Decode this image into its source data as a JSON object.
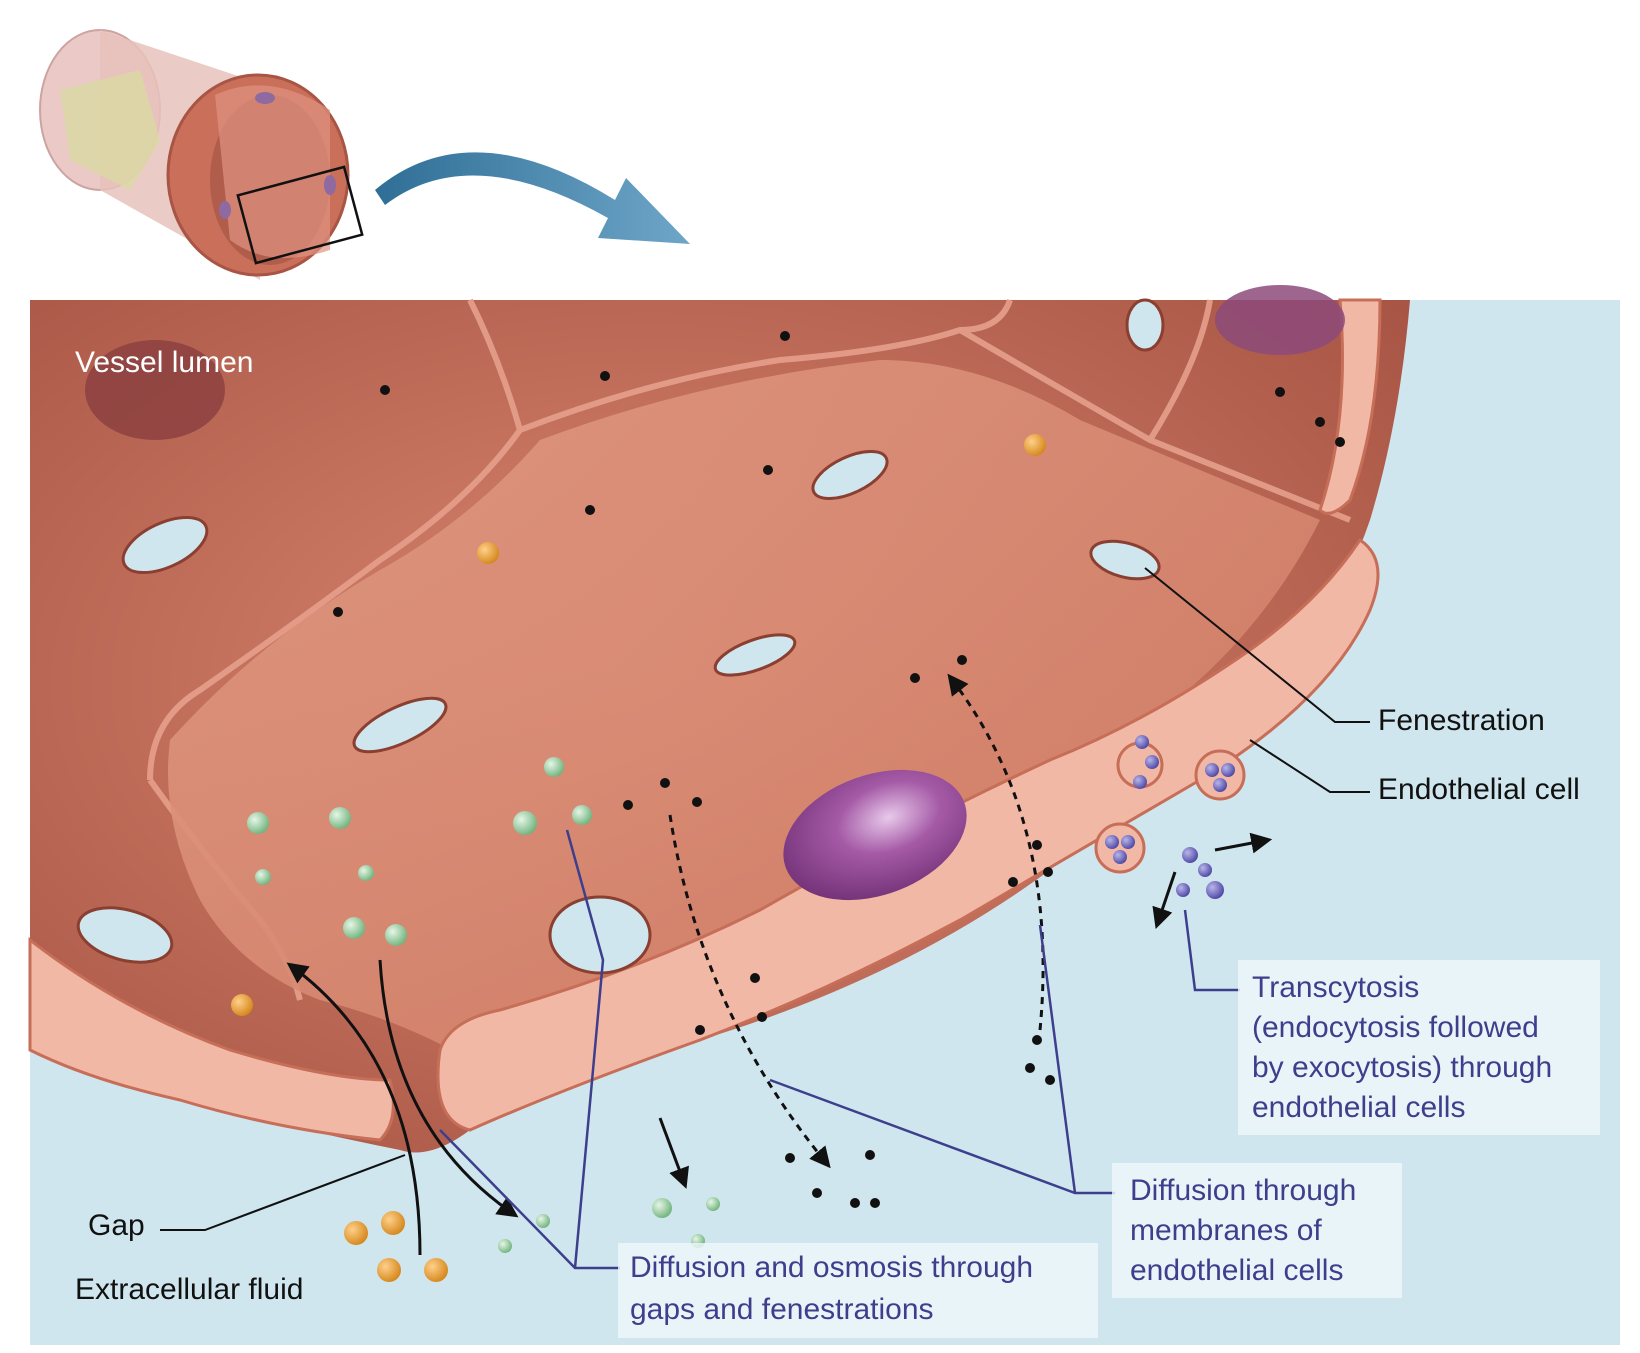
{
  "labels": {
    "vessel_lumen": "Vessel lumen",
    "fenestration": "Fenestration",
    "endothelial_cell": "Endothelial cell",
    "gap": "Gap",
    "extracellular_fluid": "Extracellular fluid",
    "transcytosis": [
      "Transcytosis",
      "(endocytosis followed",
      "by exocytosis) through",
      "endothelial cells"
    ],
    "diffusion_membranes": [
      "Diffusion through",
      "membranes of",
      "endothelial cells"
    ],
    "diffusion_osmosis": [
      "Diffusion and osmosis through",
      "gaps and fenestrations"
    ]
  },
  "colors": {
    "tissue": "#c9705a",
    "membrane": "#f2b8a6",
    "fluid": "#cfe6ee",
    "nucleus": "#8e3f8c",
    "blue_label": "#3d3f8c",
    "arrow": "#4f8fb5"
  }
}
